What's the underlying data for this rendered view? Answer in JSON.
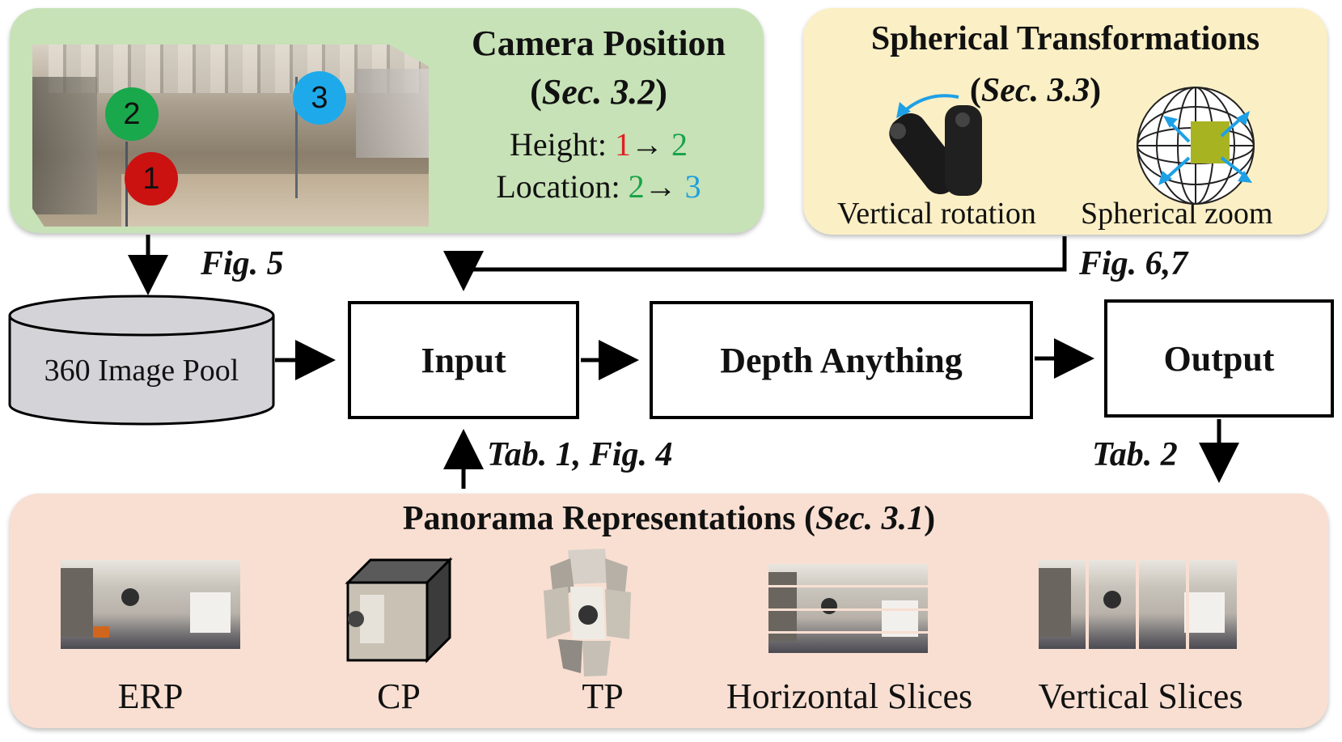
{
  "camera_position": {
    "title": "Camera Position",
    "sec": "Sec. 3.2",
    "height_label": "Height:",
    "height_from": "1",
    "height_to": "2",
    "location_label": "Location:",
    "location_from": "2",
    "location_to": "3",
    "arrow": "→",
    "badges": [
      "1",
      "2",
      "3"
    ]
  },
  "spherical": {
    "title": "Spherical Transformations",
    "sec": "Sec. 3.3",
    "rotation_label": "Vertical rotation",
    "zoom_label": "Spherical zoom"
  },
  "refs": {
    "fig5": "Fig. 5",
    "fig67": "Fig. 6,7",
    "tab1fig4": "Tab. 1, Fig. 4",
    "tab2": "Tab. 2"
  },
  "flow": {
    "pool": "360 Image Pool",
    "input": "Input",
    "model": "Depth Anything",
    "output": "Output"
  },
  "panorama": {
    "title": "Panorama Representations",
    "sec": "Sec. 3.1",
    "items": [
      "ERP",
      "CP",
      "TP",
      "Horizontal Slices",
      "Vertical Slices"
    ]
  },
  "colors": {
    "camera_panel": "#c7e2b7",
    "spherical_panel": "#fbefc5",
    "panorama_panel": "#f8dfd2",
    "pool_fill": "#d3d3d8",
    "badge1": "#cc1111",
    "badge2": "#19a84b",
    "badge3": "#1eaaea"
  }
}
